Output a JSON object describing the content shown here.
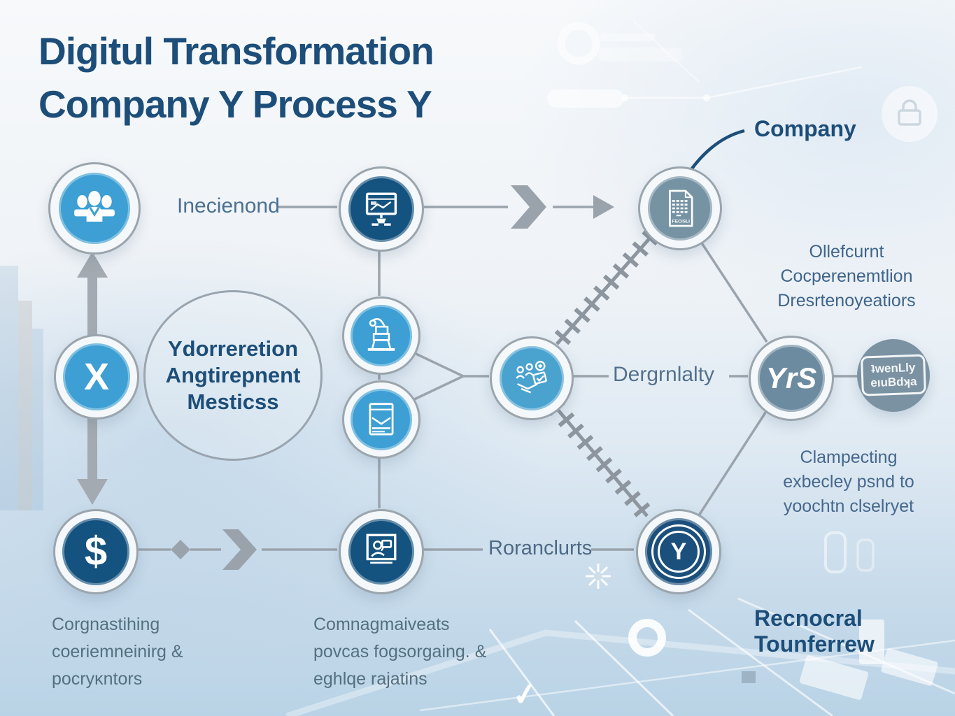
{
  "palette": {
    "navy": "#1d4e79",
    "light_blue": "#3d9fd3",
    "dark_blue": "#14527f",
    "slate": "#74909f",
    "connector_gray": "#9ba4ac",
    "label_blue_gray": "#4c7191"
  },
  "header": {
    "title_line1": "Digitul Transformation",
    "title_line2": "Company Y Process Y"
  },
  "callouts": {
    "company": "Company",
    "recnocral_line1": "Recnocral",
    "recnocral_line2": "Tounferrew"
  },
  "nodes": {
    "people": {
      "icon": "people-icon"
    },
    "presentation": {
      "icon": "presentation-monitor-icon"
    },
    "document": {
      "icon": "document-spreadsheet-icon",
      "doc_label": "FECISLI"
    },
    "metric_x": {
      "text": "X"
    },
    "machine": {
      "icon": "machine-workstation-icon"
    },
    "window": {
      "icon": "window-envelope-icon"
    },
    "collaboration": {
      "icon": "collaboration-icon"
    },
    "yrs": {
      "text": "YrS"
    },
    "badge": {
      "stamp_line1": "ʇwenLly",
      "stamp_line2": "eıuBdʞa"
    },
    "dollar": {
      "text": "$"
    },
    "laptop": {
      "icon": "laptop-user-icon"
    },
    "y_seal": {
      "text": "Y"
    }
  },
  "labels": {
    "inecienond": "Inecienond",
    "bubble_line1": "Ydorreretion",
    "bubble_line2": "Angtirepnent",
    "bubble_line3": "Mesticss",
    "dergrnlalty": "Dergrnlalty",
    "roranclurts": "Roranclurts",
    "right_top_line1": "Ollefcurnt",
    "right_top_line2": "Cocperenemtlion",
    "right_top_line3": "Dresrtenoyeatiors",
    "right_bottom_line1": "Clampecting",
    "right_bottom_line2": "exbecley psnd to",
    "right_bottom_line3": "yoochtn clselryet",
    "caption_left_line1": "Corgnastihing",
    "caption_left_line2": "coeriemneinirg &",
    "caption_left_line3": "pocryĸntors",
    "caption_center_line1": "Comnagmaiveats",
    "caption_center_line2": "povcas fogsorgaing. &",
    "caption_center_line3": "eghlqe rajatins"
  },
  "decor": {
    "checkmark": "✓"
  }
}
